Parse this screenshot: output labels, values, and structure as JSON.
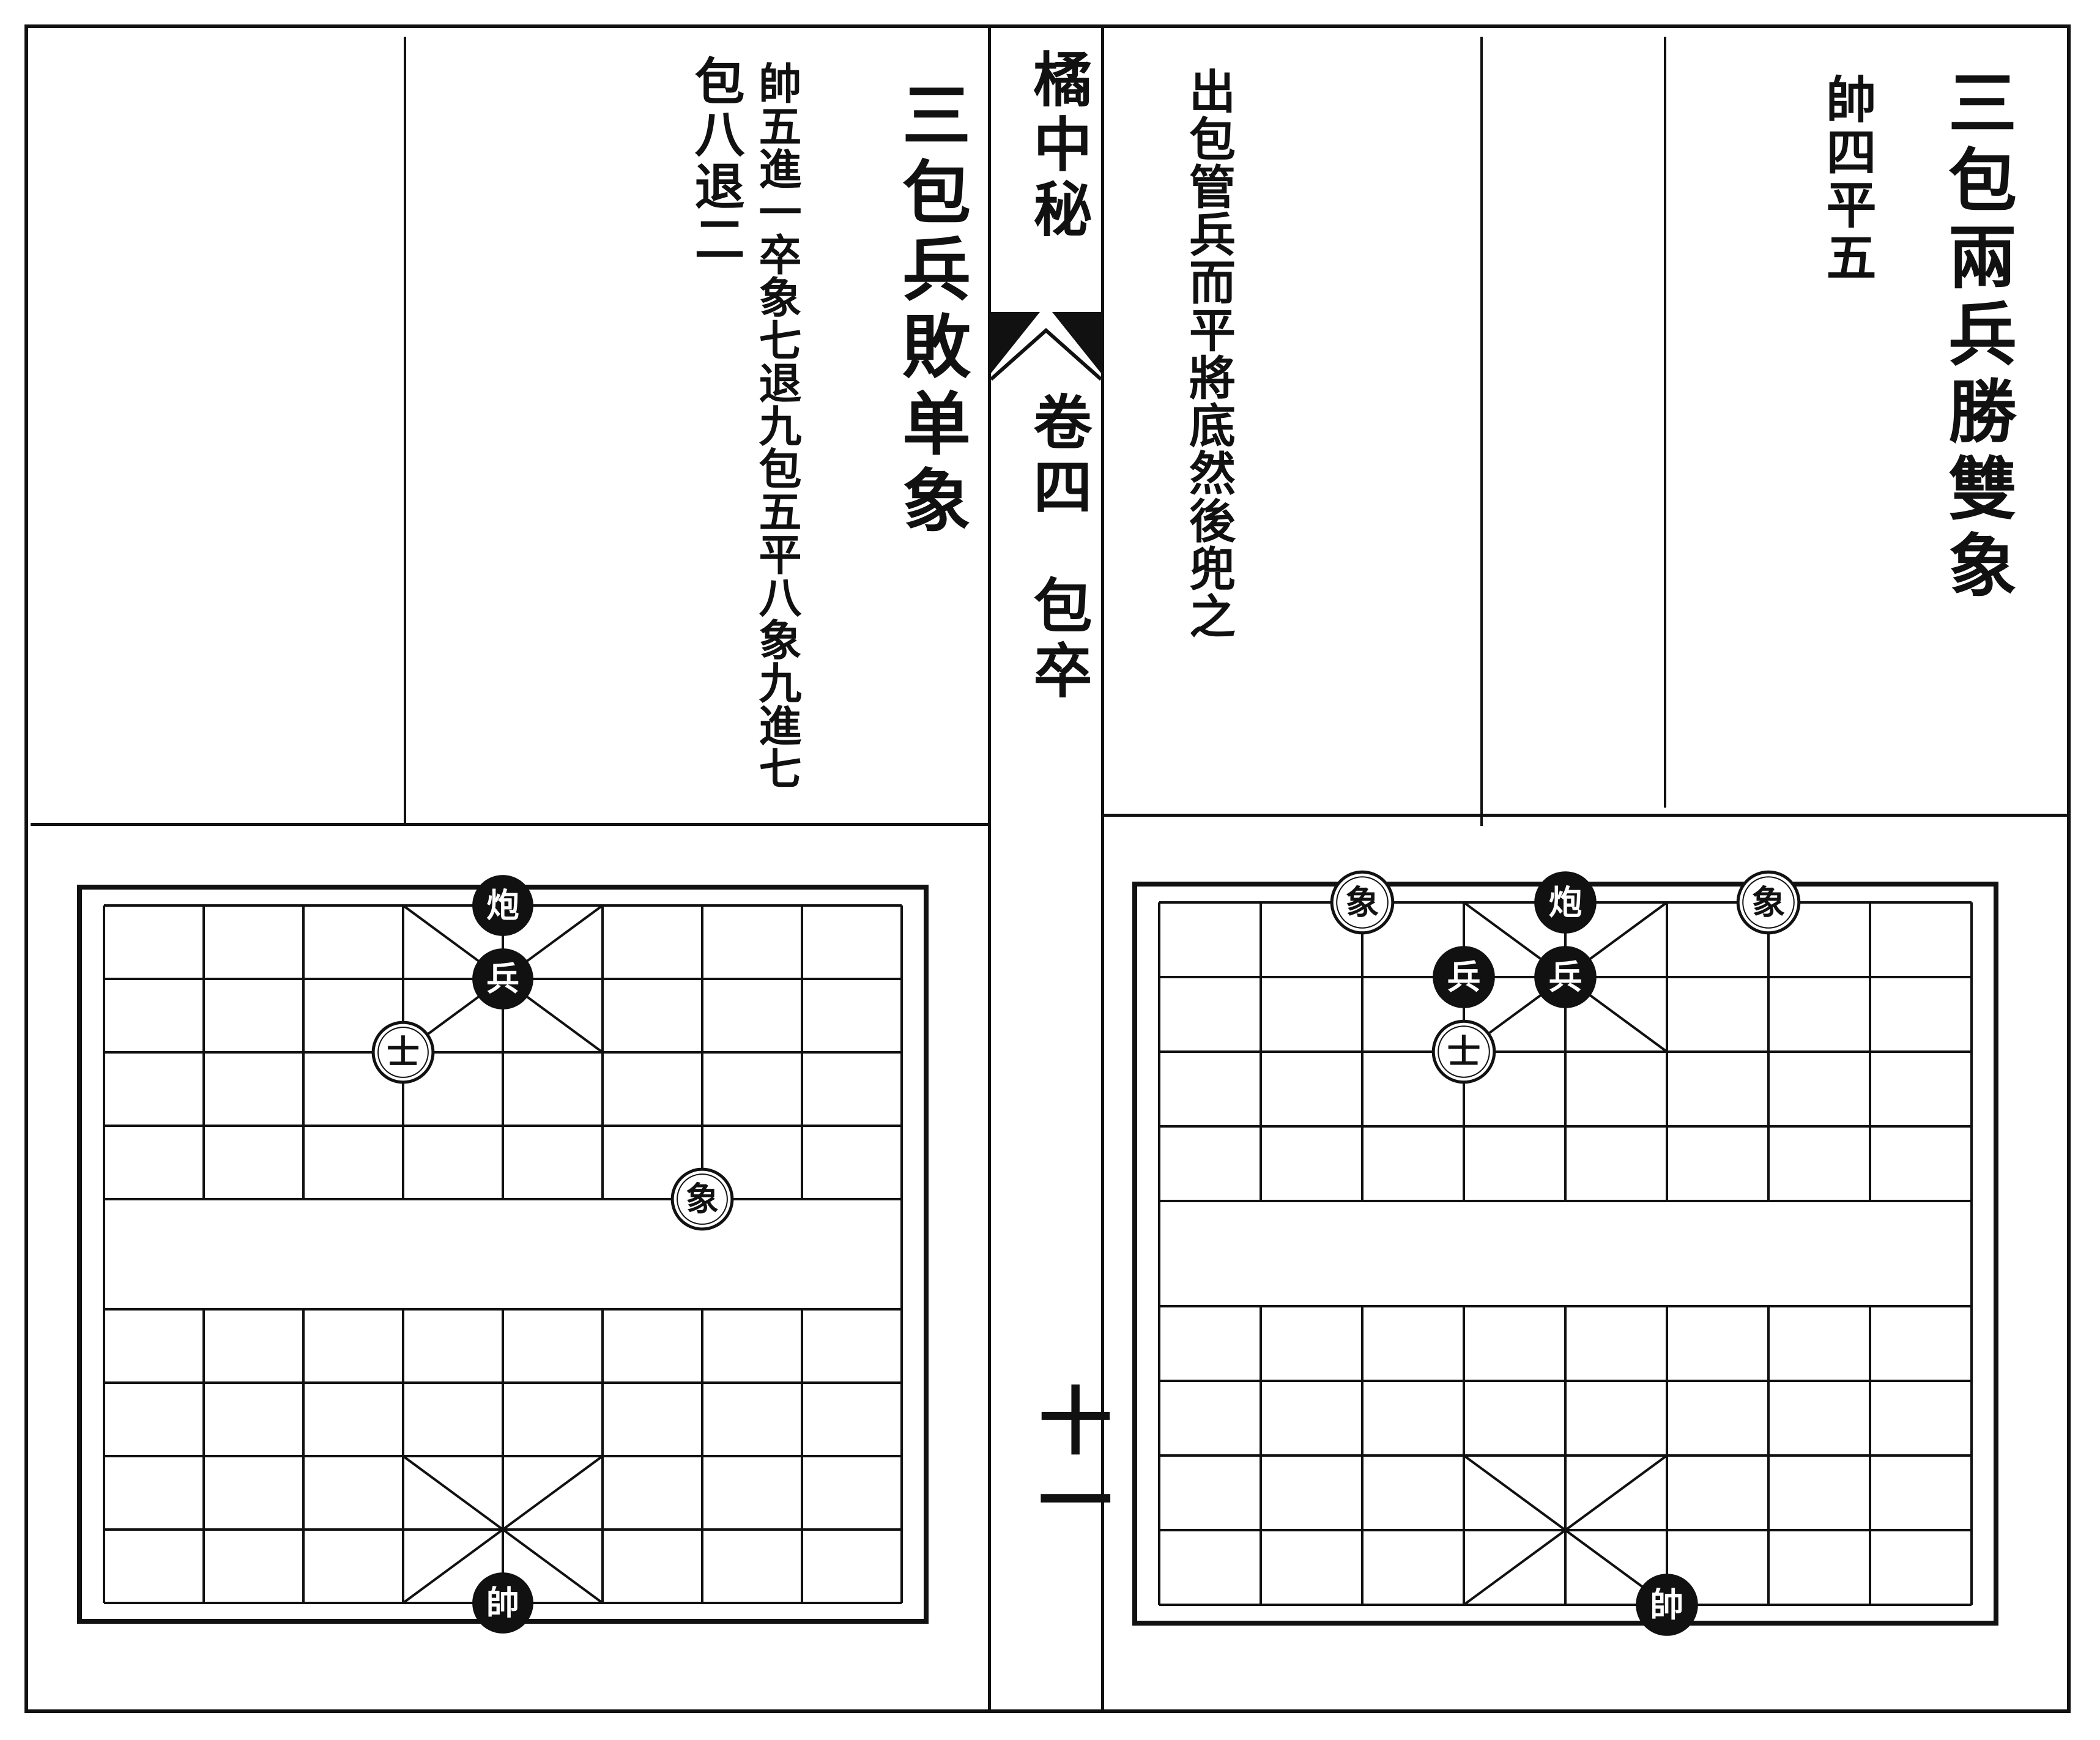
{
  "right_page": {
    "title": "三包兩兵勝雙象",
    "moves": "帥四平五"
  },
  "center": {
    "book_title": "橘中秘",
    "volume": "卷四",
    "section": "包卒",
    "page_number": "十一",
    "note": "出包管兵而平將底然後兜之"
  },
  "left_page": {
    "title": "三包兵敗单象",
    "move_line1": "帥五進一卒象七退九包五平八象九進七",
    "move_line2": "包八退二"
  },
  "boards": {
    "left": {
      "pieces": [
        {
          "label": "炮",
          "side": "black",
          "file": 4,
          "rank": 0
        },
        {
          "label": "兵",
          "side": "black",
          "file": 4,
          "rank": 1
        },
        {
          "label": "士",
          "side": "red",
          "file": 3,
          "rank": 2
        },
        {
          "label": "象",
          "side": "red",
          "file": 6,
          "rank": 4
        },
        {
          "label": "帥",
          "side": "black",
          "file": 4,
          "rank": 9
        }
      ]
    },
    "right": {
      "pieces": [
        {
          "label": "象",
          "side": "red",
          "file": 2,
          "rank": 0
        },
        {
          "label": "炮",
          "side": "black",
          "file": 4,
          "rank": 0
        },
        {
          "label": "象",
          "side": "red",
          "file": 6,
          "rank": 0
        },
        {
          "label": "兵",
          "side": "black",
          "file": 3,
          "rank": 1
        },
        {
          "label": "兵",
          "side": "black",
          "file": 4,
          "rank": 1
        },
        {
          "label": "士",
          "side": "red",
          "file": 3,
          "rank": 2
        },
        {
          "label": "帥",
          "side": "black",
          "file": 5,
          "rank": 9
        }
      ]
    }
  },
  "colors": {
    "ink": "#111111",
    "paper": "#ffffff"
  }
}
